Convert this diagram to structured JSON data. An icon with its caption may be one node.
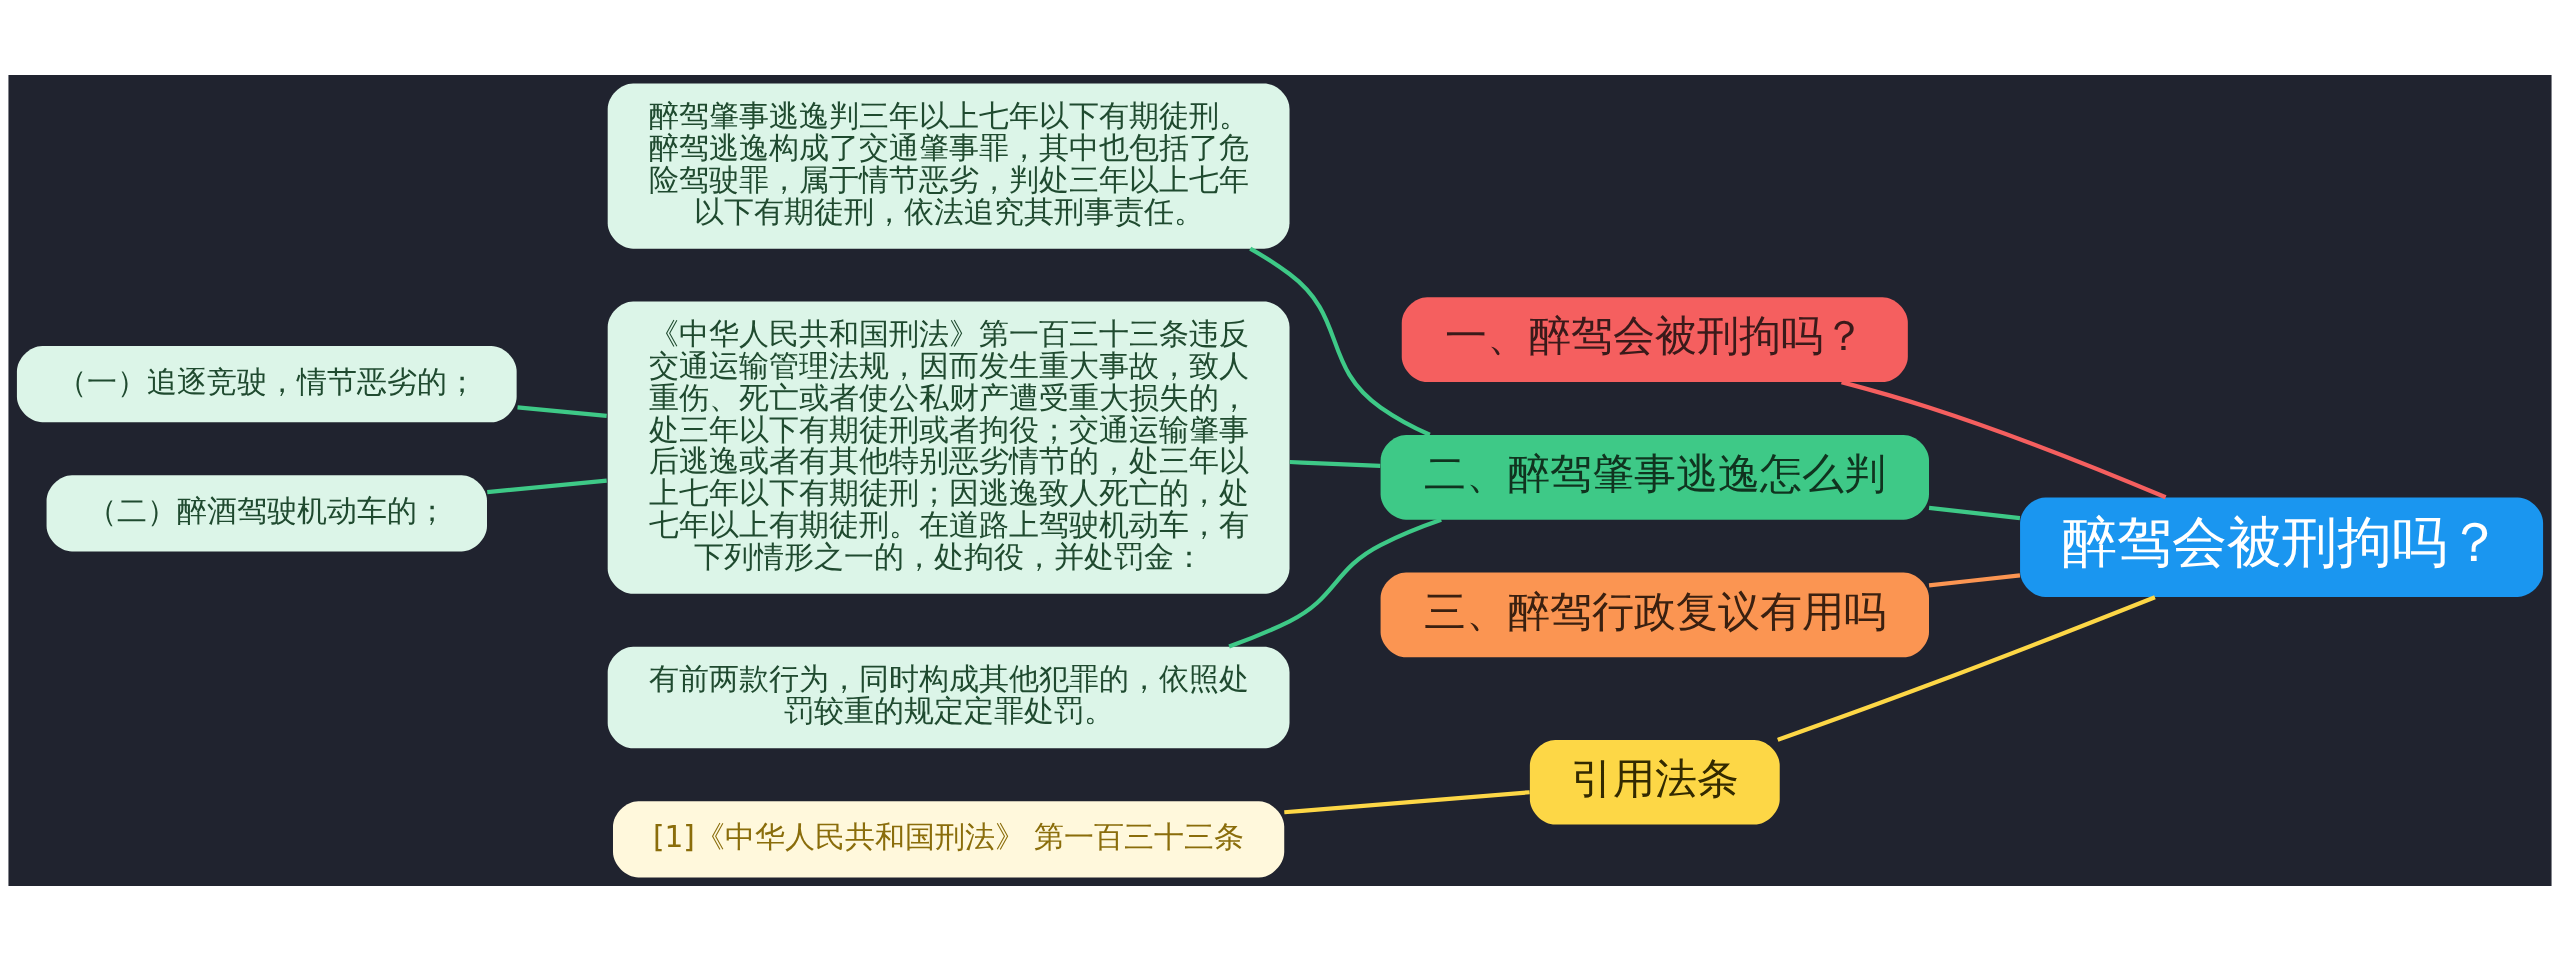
{
  "diagram": {
    "nodes": [
      {
        "text": [
          "醉驾会被刑拘吗？"
        ]
      },
      {
        "text": [
          "一、醉驾会被刑拘吗？"
        ]
      },
      {
        "text": [
          "二、醉驾肇事逃逸怎么判"
        ]
      },
      {
        "text": [
          "醉驾肇事逃逸判三年以上七年以下有期徒刑。醉驾逃逸构成了交通肇事罪，其中也包括了危险驾驶罪，属于情节恶劣，判处三年以上七年以下有期徒刑，依法追究其刑事责任。"
        ]
      },
      {
        "text": [
          "《中华人民共和国刑法》第一百三十三条违反交通运输管理法规，因而发生重大事故，致人重伤、死亡或者使公私财产遭受重大损失的，处三年以下有期徒刑或者拘役；交通运输肇事后逃逸或者有其他特别恶劣情节的，处三年以上七年以下有期徒刑；因逃逸致人死亡的，处七年以上有期徒刑。在道路上驾驶机动车，有下列情形之一的，处拘役，并处罚金："
        ]
      },
      {
        "text": [
          "（一）追逐竞驶，情节恶劣的；"
        ]
      },
      {
        "text": [
          "（二）醉酒驾驶机动车的；"
        ]
      },
      {
        "text": [
          "有前两款行为，同时构成其他犯罪的，依照处罚较重的规定定罪处罚。"
        ]
      },
      {
        "text": [
          "三、醉驾行政复议有用吗"
        ]
      },
      {
        "text": [
          "引用法条"
        ]
      },
      {
        "text": [
          "[1]《中华人民共和国刑法》 第一百三十三条"
        ]
      }
    ],
    "edges": [
      {
        "from": 0,
        "to": 1,
        "arrow": "none",
        "color": "#f55f5f"
      },
      {
        "from": 0,
        "to": 2,
        "arrow": "none"
      },
      {
        "from": 2,
        "to": 3,
        "arrow": "none"
      },
      {
        "from": 2,
        "to": 4,
        "arrow": "none"
      },
      {
        "from": 4,
        "to": 5,
        "arrow": "none"
      },
      {
        "from": 4,
        "to": 6,
        "arrow": "none"
      },
      {
        "from": 2,
        "to": 7,
        "arrow": "none"
      },
      {
        "from": 0,
        "to": 8,
        "arrow": "none",
        "color": "#fb9552"
      },
      {
        "from": 0,
        "to": 9,
        "arrow": "none",
        "color": "#fdd746"
      },
      {
        "from": 9,
        "to": 10,
        "arrow": "none",
        "color": "#fdd746"
      }
    ]
  }
}
